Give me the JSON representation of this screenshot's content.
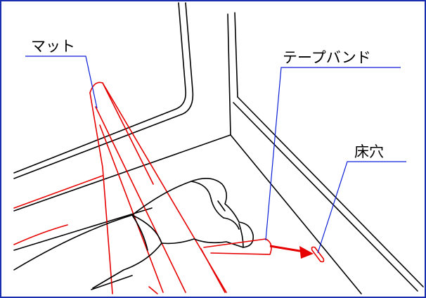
{
  "labels": {
    "mat": "マット",
    "tape_band": "テープバンド",
    "floor_hole": "床穴"
  },
  "colors": {
    "frame_border": "#1a2fb0",
    "leader_line": "#0a1fd6",
    "highlight": "#e60000",
    "line_art": "#000000"
  },
  "icons": [
    "arrow-right-icon"
  ]
}
